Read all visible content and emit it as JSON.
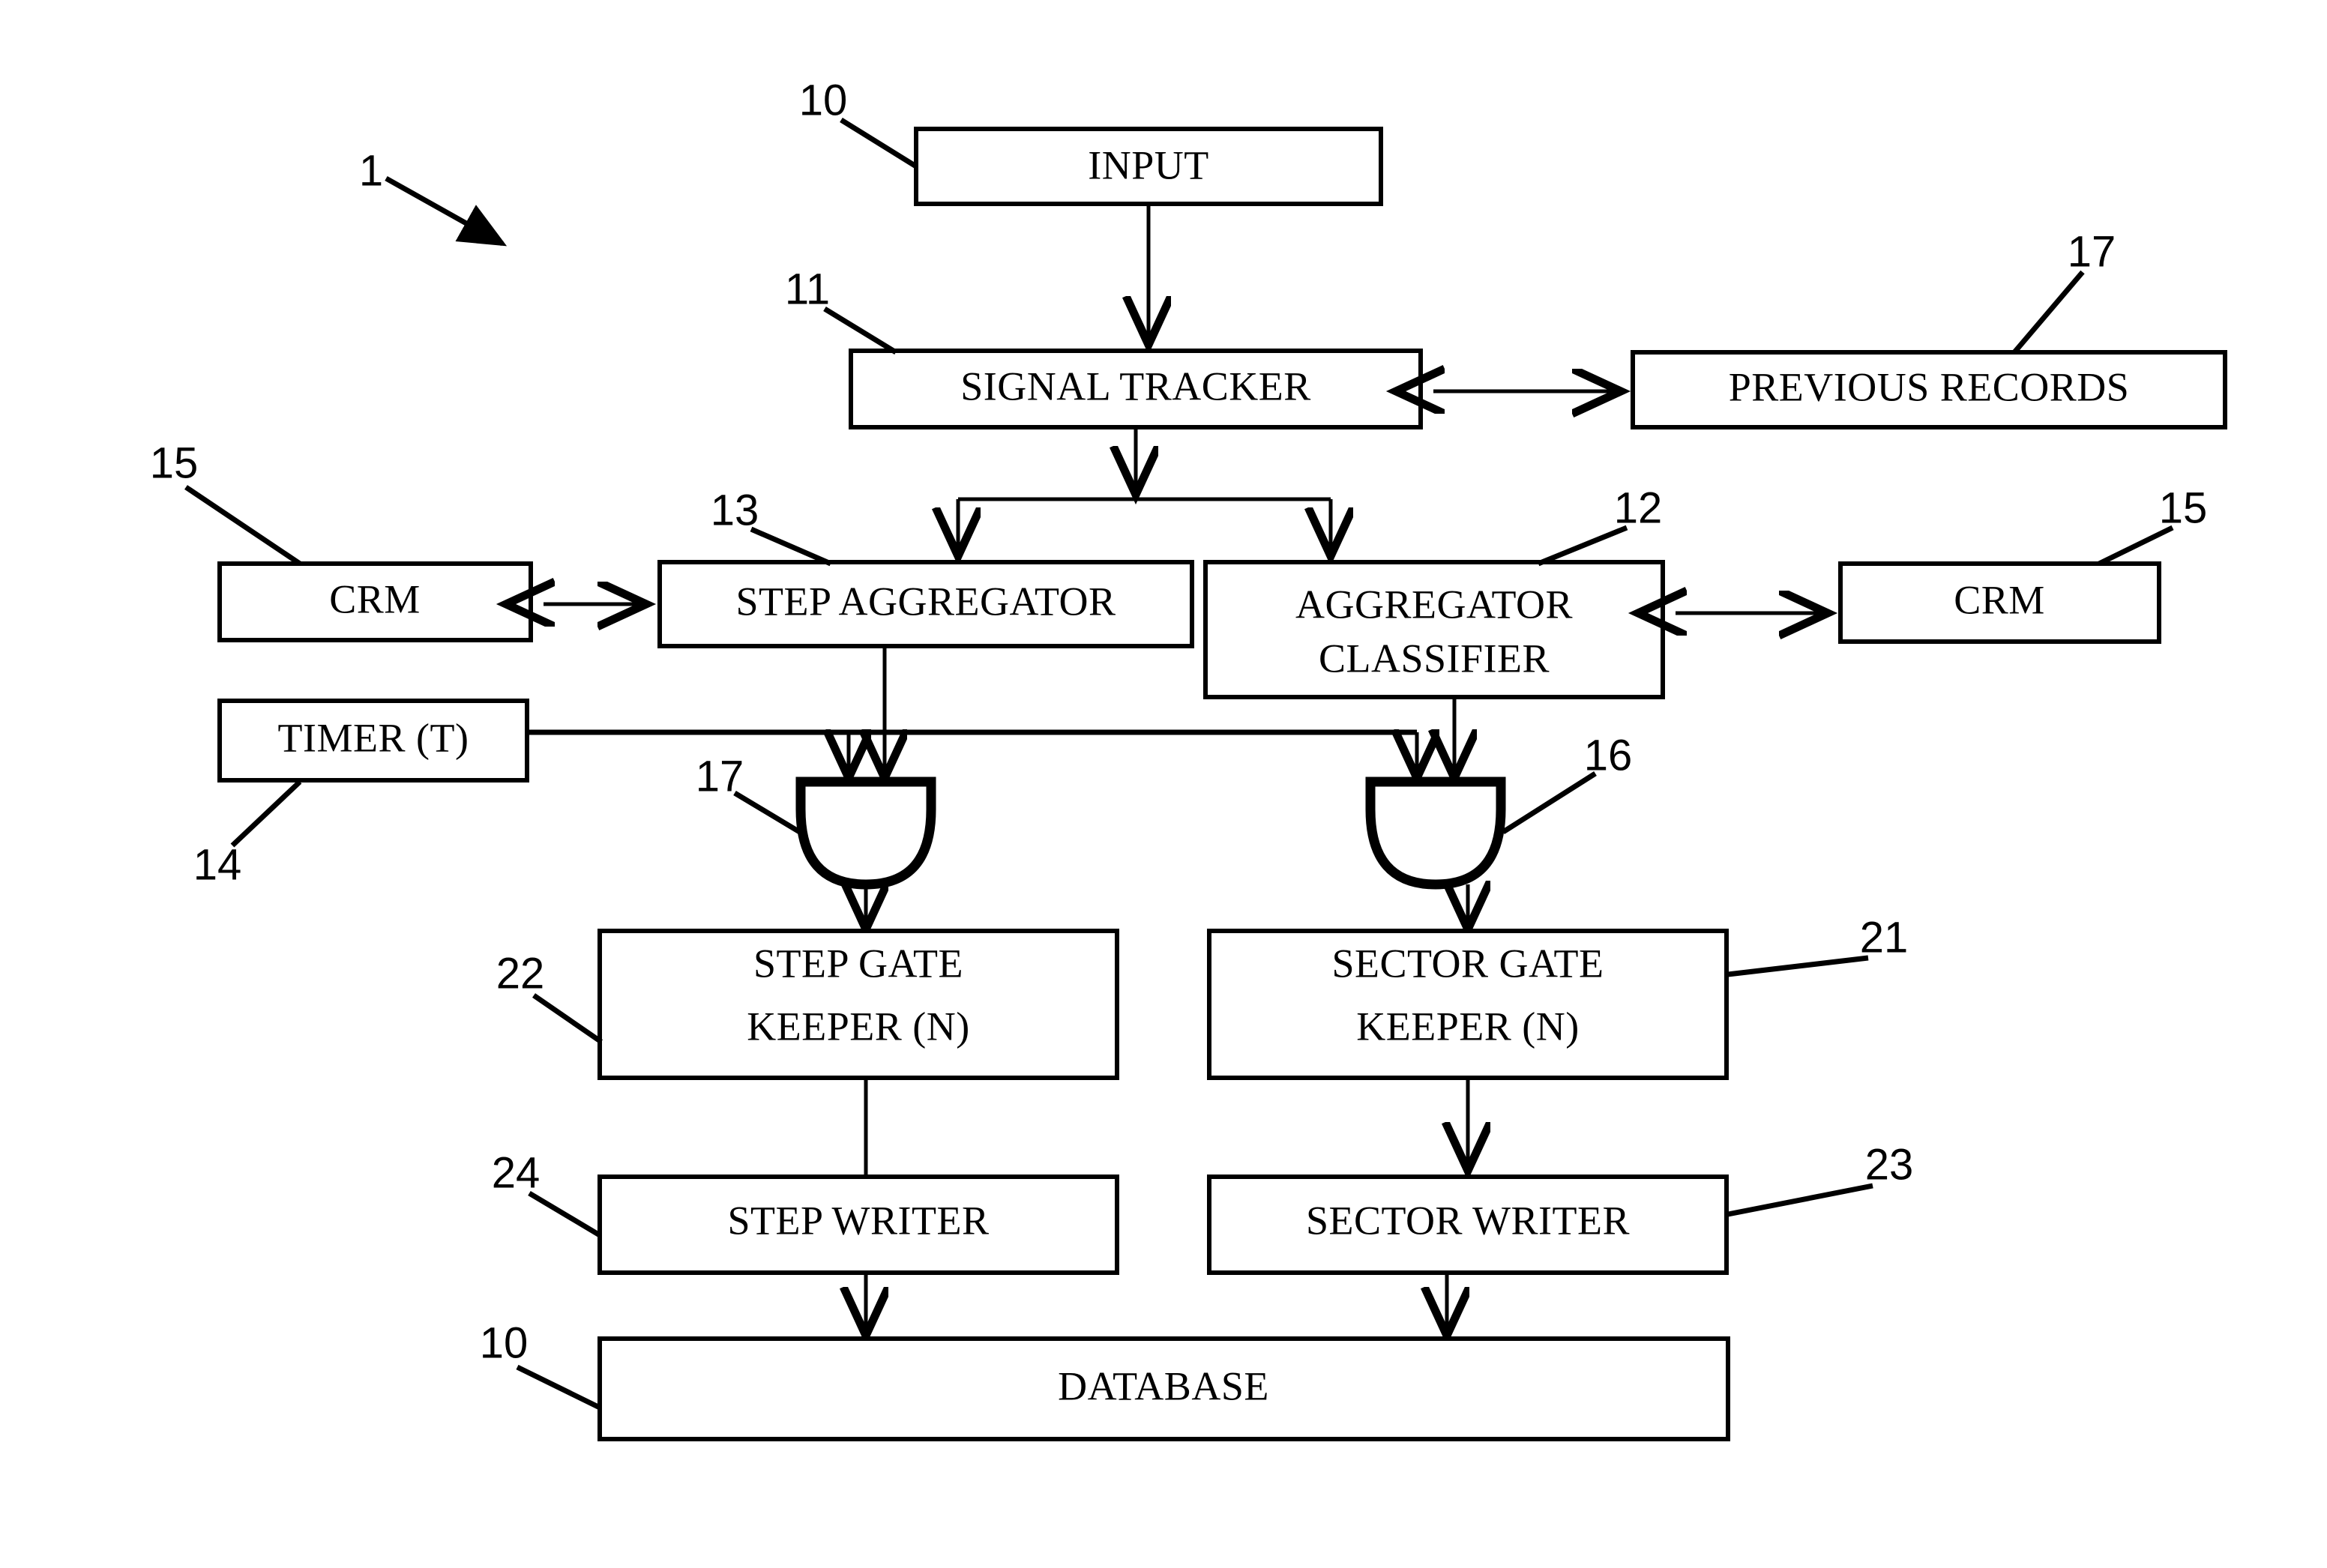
{
  "figure": {
    "type": "patent-block-diagram",
    "figure_reference": "1",
    "background": "#ffffff",
    "line_color": "#000000"
  },
  "boxes": {
    "input": {
      "label": "INPUT"
    },
    "signal_tracker": {
      "label": "SIGNAL TRACKER"
    },
    "previous_records": {
      "label": "PREVIOUS RECORDS"
    },
    "crm_left": {
      "label": "CRM"
    },
    "crm_right": {
      "label": "CRM"
    },
    "step_aggregator": {
      "label": "STEP AGGREGATOR"
    },
    "aggregator_classifier": {
      "label_line1": "AGGREGATOR",
      "label_line2": "CLASSIFIER"
    },
    "timer": {
      "label": "TIMER (T)"
    },
    "step_gate_keeper": {
      "label_line1": "STEP GATE",
      "label_line2": "KEEPER (N)"
    },
    "sector_gate_keeper": {
      "label_line1": "SECTOR GATE",
      "label_line2": "KEEPER (N)"
    },
    "step_writer": {
      "label": "STEP WRITER"
    },
    "sector_writer": {
      "label": "SECTOR WRITER"
    },
    "database": {
      "label": "DATABASE"
    }
  },
  "gates": {
    "step_gate": {
      "label": "and-gate-symbol"
    },
    "sector_gate": {
      "label": "and-gate-symbol"
    }
  },
  "reference_numerals": {
    "figure": "1",
    "input": "10",
    "signal_tracker": "11",
    "aggregator_classifier": "12",
    "step_aggregator": "13",
    "timer": "14",
    "crm_left": "15",
    "crm_right": "15",
    "sector_gate": "16",
    "step_gate": "17",
    "previous_records": "17",
    "sector_gate_keeper": "21",
    "step_gate_keeper": "22",
    "sector_writer": "23",
    "step_writer": "24",
    "database": "10"
  }
}
